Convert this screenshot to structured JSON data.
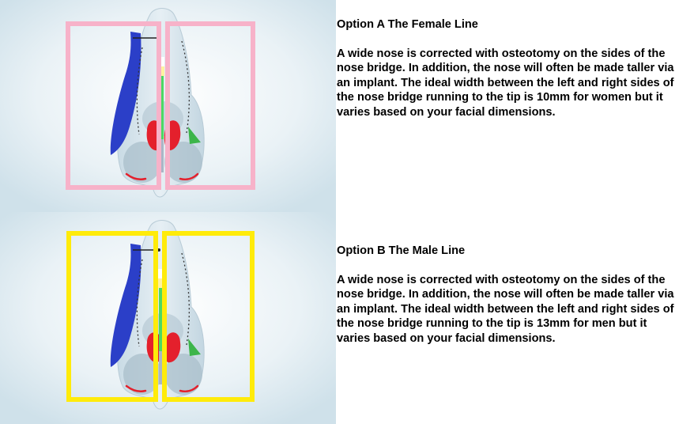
{
  "colors": {
    "background_light": "#f4f8fa",
    "background_blue": "#d9e8ef",
    "option_a_frame": "#f7b2c9",
    "option_b_frame": "#ffeb0a",
    "cartilage_blue": "#2b3fc8",
    "tip_red": "#e4202c",
    "line_green": "#4cd964",
    "accent_green": "#3cb54a"
  },
  "options": [
    {
      "title": "Option A The Female Line",
      "description": "A wide nose is corrected with osteotomy on the sides of the nose bridge. In addition, the nose will often be made taller via an implant. The ideal width between the left and right sides of the nose bridge running to the tip is 10mm for women but it varies based on your facial dimensions.",
      "frame_color": "#f7b2c9"
    },
    {
      "title": "Option B The Male Line",
      "description": "A wide nose is corrected with osteotomy on the sides of the nose bridge. In addition, the nose will often be made taller via an implant. The ideal width between the left and right sides of the nose bridge running to the tip is 13mm for men but it varies based on your facial dimensions.",
      "frame_color": "#ffeb0a"
    }
  ]
}
